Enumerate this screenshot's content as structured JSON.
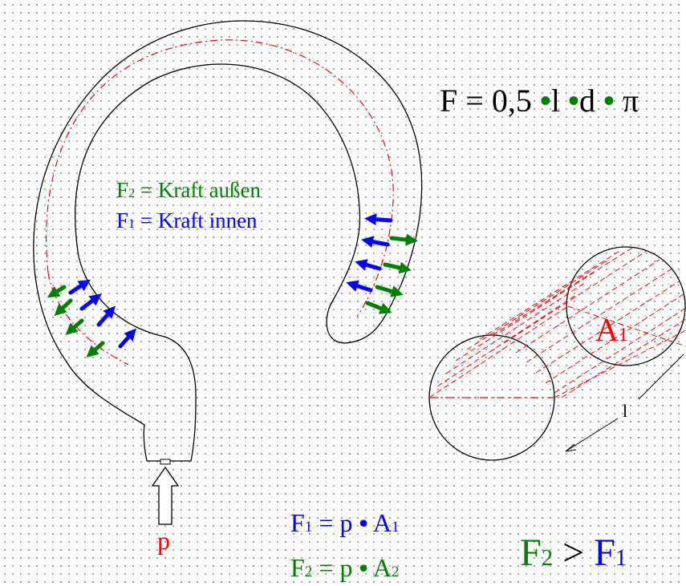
{
  "colors": {
    "green": "#008000",
    "blue": "#0000ff",
    "red": "#ff0000",
    "black": "#000000"
  },
  "formula_main": {
    "F": "F",
    "equals": "=",
    "factor": "0,5",
    "l": "l",
    "d": "d",
    "pi": "π"
  },
  "legend": {
    "f2_symbol": "F",
    "f2_index": "2",
    "f2_text": "= Kraft außen",
    "f1_symbol": "F",
    "f1_index": "1",
    "f1_text": "= Kraft innen"
  },
  "cylinder": {
    "area_label": "A",
    "area_index": "1",
    "length_label": "l"
  },
  "pressure_label": "p",
  "equations": {
    "eq1": {
      "F": "F",
      "F_index": "1",
      "rhs": "= p",
      "A": "A",
      "A_index": "1"
    },
    "eq2": {
      "F": "F",
      "F_index": "2",
      "rhs": "= p",
      "A": "A",
      "A_index": "2"
    }
  },
  "comparison": {
    "left": "F",
    "left_index": "2",
    "op": ">",
    "right": "F",
    "right_index": "1"
  }
}
